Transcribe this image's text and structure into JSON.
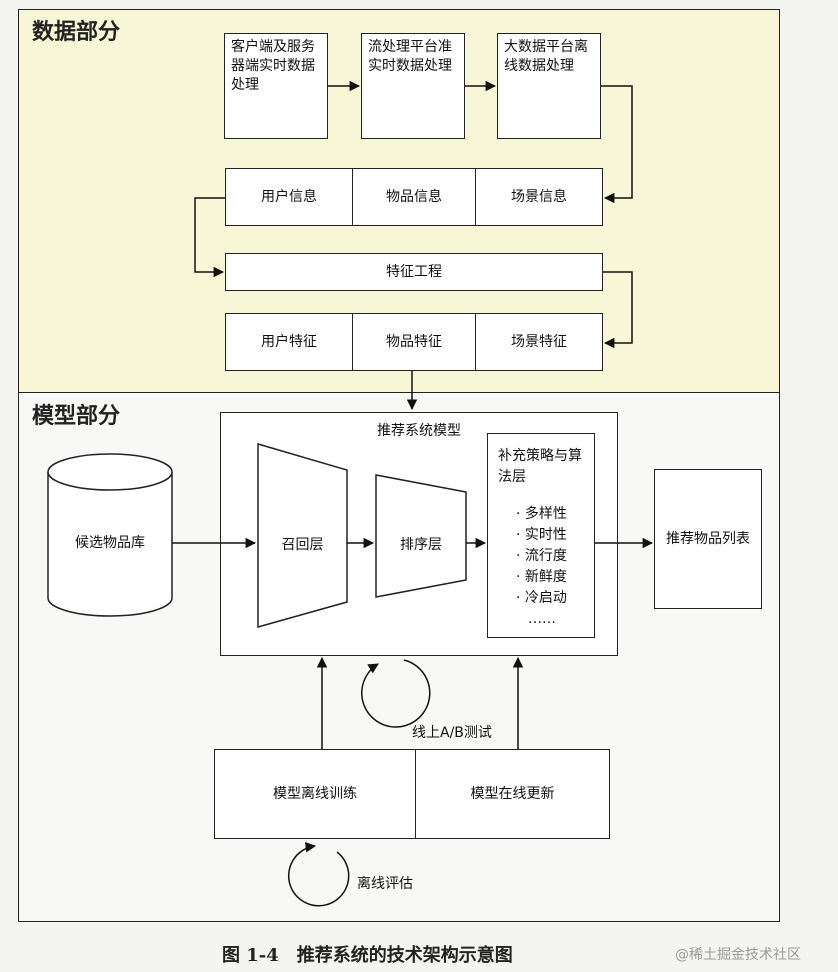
{
  "data_section": {
    "title": "数据部分",
    "sources": [
      "客户端及服务器端实时数据处理",
      "流处理平台准实时数据处理",
      "大数据平台离线数据处理"
    ],
    "info_row": [
      "用户信息",
      "物品信息",
      "场景信息"
    ],
    "feature_engineering": "特征工程",
    "feature_row": [
      "用户特征",
      "物品特征",
      "场景特征"
    ]
  },
  "model_section": {
    "title": "模型部分",
    "candidate_db": "候选物品库",
    "system_model_title": "推荐系统模型",
    "recall_layer": "召回层",
    "ranking_layer": "排序层",
    "strategy_title": "补充策略与算法层",
    "strategy_items": [
      "· 多样性",
      "· 实时性",
      "· 流行度",
      "· 新鲜度",
      "· 冷启动",
      "……"
    ],
    "output_list": "推荐物品列表",
    "ab_test": "线上A/B测试",
    "offline_training": "模型离线训练",
    "online_update": "模型在线更新",
    "offline_eval": "离线评估"
  },
  "caption": "图 1-4　推荐系统的技术架构示意图",
  "watermark": "@稀土掘金技术社区"
}
